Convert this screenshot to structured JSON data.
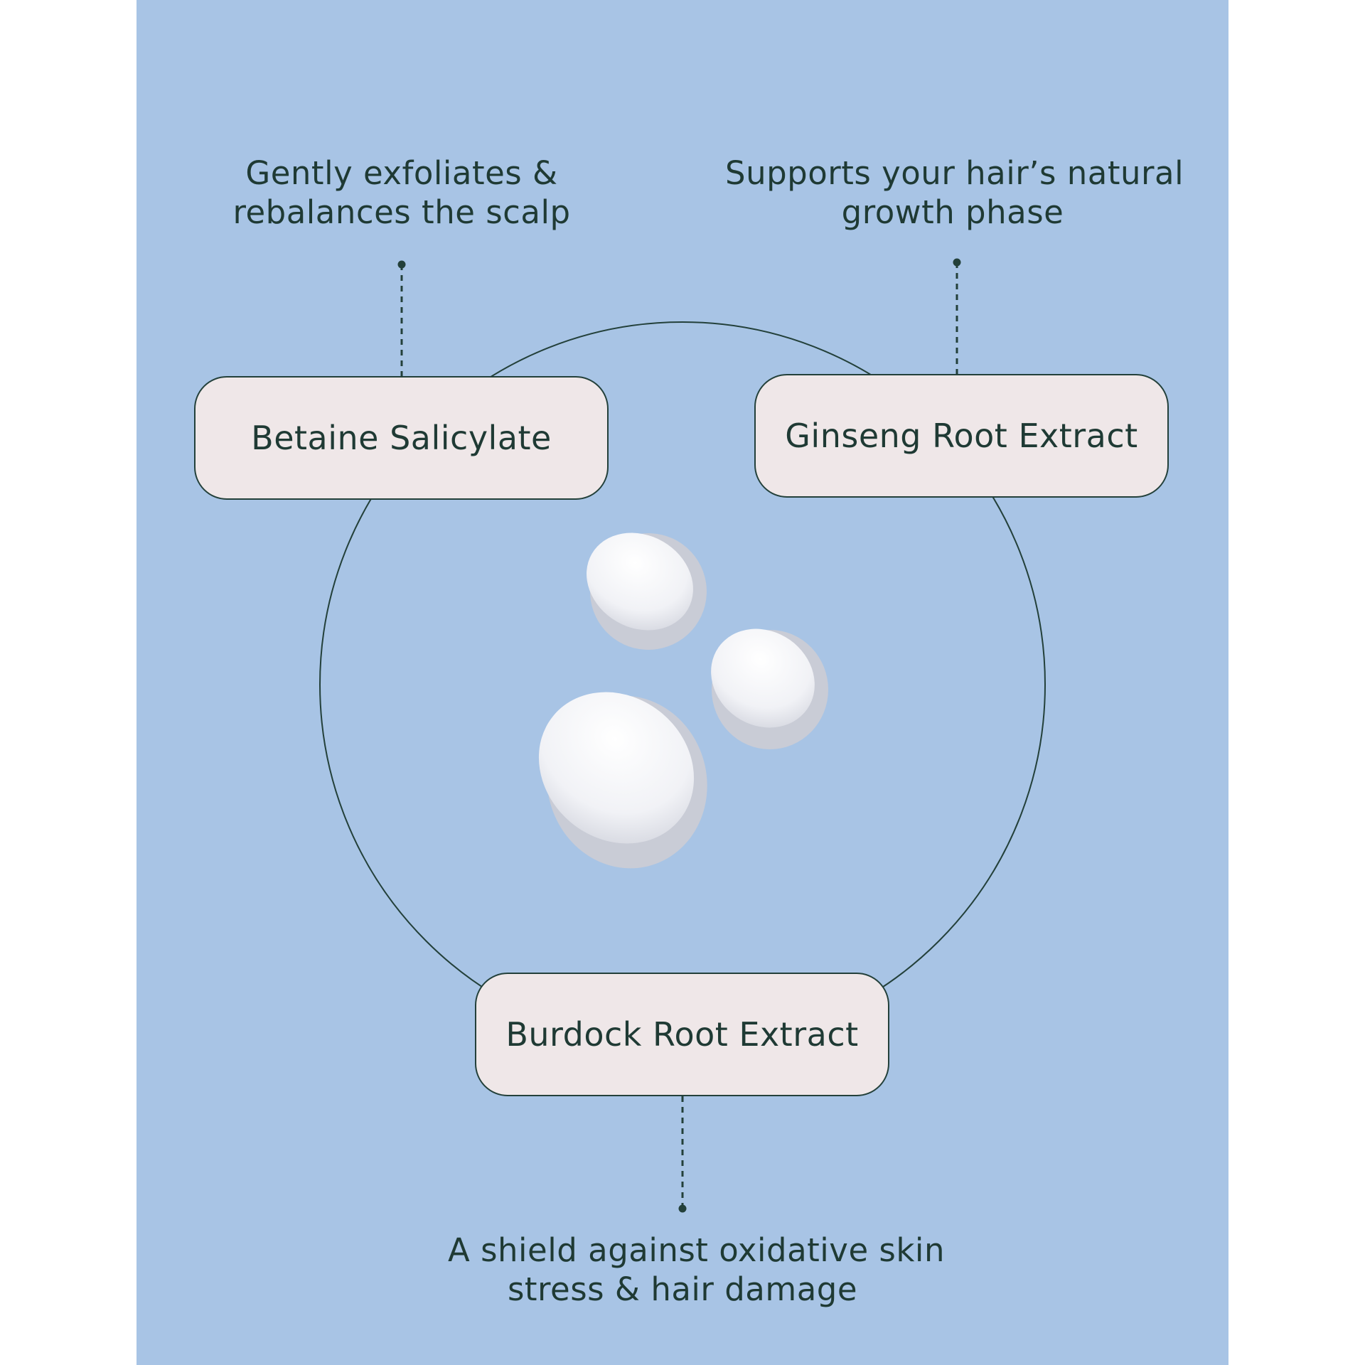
{
  "colors": {
    "background": "#a8c4e5",
    "pill_fill": "#efe7e8",
    "line": "#23403a",
    "text": "#1f3a34",
    "bead": "#f2f3f6"
  },
  "ingredients": [
    {
      "label": "Betaine Salicylate",
      "benefit": [
        "Gently exfoliates &",
        "rebalances the scalp"
      ]
    },
    {
      "label": "Ginseng Root Extract",
      "benefit": [
        "Supports your hair’s natural",
        "growth phase"
      ]
    },
    {
      "label": "Burdock Root Extract",
      "benefit": [
        "A shield against oxidative skin",
        "stress & hair damage"
      ]
    }
  ]
}
